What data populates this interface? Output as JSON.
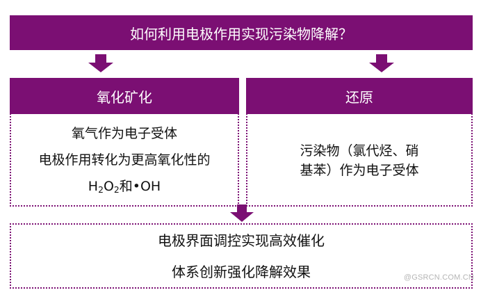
{
  "title": "如何利用电极作用实现污染物降解？",
  "left": {
    "header": "氧化矿化",
    "lines": [
      "氧气作为电子受体",
      "电极作用转化为更高氧化性的"
    ],
    "formula": {
      "h": "H",
      "sub1": "2",
      "o": "O",
      "sub2": "2",
      "rest": "和•OH"
    }
  },
  "right": {
    "header": "还原",
    "lines": [
      "污染物（氯代烃、硝",
      "基苯）作为电子受体"
    ]
  },
  "bottom": {
    "lines": [
      "电极界面调控实现高效催化",
      "体系创新强化降解效果"
    ]
  },
  "watermark": "@GSRCN.COM.CN",
  "colors": {
    "accent": "#7b0f73"
  }
}
